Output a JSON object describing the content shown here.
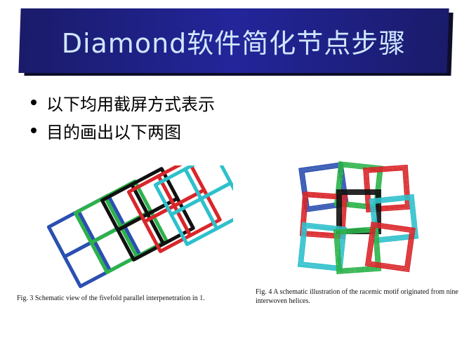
{
  "title": "Diamond软件简化节点步骤",
  "bullets": [
    "以下均用截屏方式表示",
    "目的画出以下两图"
  ],
  "figures": {
    "fig3": {
      "caption": "Fig. 3   Schematic view of the fivefold parallel interpenetration in 1.",
      "colors": [
        "#2a4fb0",
        "#2bb24a",
        "#111111",
        "#d9262a",
        "#2ec0cc"
      ]
    },
    "fig4": {
      "caption": "Fig. 4   A schematic illustration of the racemic motif originated from nine interwoven helices.",
      "colors": [
        "#2a4fb0",
        "#2bb24a",
        "#111111",
        "#d9262a",
        "#2ec0cc"
      ]
    }
  }
}
